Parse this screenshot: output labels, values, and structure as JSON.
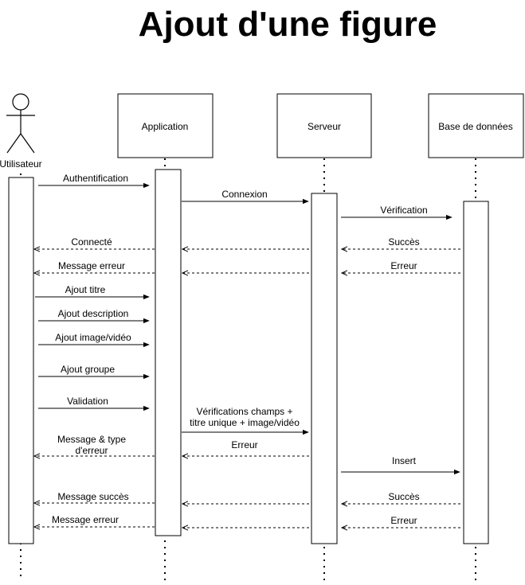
{
  "title": "Ajout d'une figure",
  "participants": {
    "user": "Utilisateur",
    "app": "Application",
    "server": "Serveur",
    "db": "Base de données"
  },
  "messages": [
    {
      "id": "authentification",
      "lines": [
        "Authentification"
      ],
      "from": "user",
      "to": "app",
      "style": "solid"
    },
    {
      "id": "connexion",
      "lines": [
        "Connexion"
      ],
      "from": "app",
      "to": "server",
      "style": "solid"
    },
    {
      "id": "verification",
      "lines": [
        "Vérification"
      ],
      "from": "server",
      "to": "db",
      "style": "solid"
    },
    {
      "id": "connecte",
      "lines": [
        "Connecté"
      ],
      "from": "app",
      "to": "user",
      "style": "dashed"
    },
    {
      "id": "succes-db-1",
      "lines": [
        "Succès"
      ],
      "from": "db",
      "to": "server",
      "style": "dashed"
    },
    {
      "id": "succes-server-1",
      "lines": [],
      "from": "server",
      "to": "app",
      "style": "dashed"
    },
    {
      "id": "message-erreur-1",
      "lines": [
        "Message erreur"
      ],
      "from": "app",
      "to": "user",
      "style": "dashed"
    },
    {
      "id": "erreur-server-1",
      "lines": [],
      "from": "server",
      "to": "app",
      "style": "dashed"
    },
    {
      "id": "erreur-db-1",
      "lines": [
        "Erreur"
      ],
      "from": "db",
      "to": "server",
      "style": "dashed"
    },
    {
      "id": "ajout-titre",
      "lines": [
        "Ajout titre"
      ],
      "from": "user",
      "to": "app",
      "style": "solid"
    },
    {
      "id": "ajout-description",
      "lines": [
        "Ajout description"
      ],
      "from": "user",
      "to": "app",
      "style": "solid"
    },
    {
      "id": "ajout-image",
      "lines": [
        "Ajout image/vidéo"
      ],
      "from": "user",
      "to": "app",
      "style": "solid"
    },
    {
      "id": "ajout-groupe",
      "lines": [
        "Ajout groupe"
      ],
      "from": "user",
      "to": "app",
      "style": "solid"
    },
    {
      "id": "validation",
      "lines": [
        "Validation"
      ],
      "from": "user",
      "to": "app",
      "style": "solid"
    },
    {
      "id": "verifications-champs",
      "lines": [
        "Vérifications champs +",
        "titre unique + image/vidéo"
      ],
      "from": "app",
      "to": "server",
      "style": "solid"
    },
    {
      "id": "message-type-erreur",
      "lines": [
        "Message & type",
        "d'erreur"
      ],
      "from": "app",
      "to": "user",
      "style": "dashed"
    },
    {
      "id": "erreur-server-2",
      "lines": [
        "Erreur"
      ],
      "from": "server",
      "to": "app",
      "style": "dashed"
    },
    {
      "id": "insert",
      "lines": [
        "Insert"
      ],
      "from": "server",
      "to": "db",
      "style": "solid"
    },
    {
      "id": "message-succes",
      "lines": [
        "Message succès"
      ],
      "from": "app",
      "to": "user",
      "style": "dashed"
    },
    {
      "id": "succes-server-2",
      "lines": [],
      "from": "server",
      "to": "app",
      "style": "dashed"
    },
    {
      "id": "succes-db-2",
      "lines": [
        "Succès"
      ],
      "from": "db",
      "to": "server",
      "style": "dashed"
    },
    {
      "id": "message-erreur-2",
      "lines": [
        "Message erreur"
      ],
      "from": "app",
      "to": "user",
      "style": "dashed"
    },
    {
      "id": "erreur-server-3",
      "lines": [],
      "from": "server",
      "to": "app",
      "style": "dashed"
    },
    {
      "id": "erreur-db-2",
      "lines": [
        "Erreur"
      ],
      "from": "db",
      "to": "server",
      "style": "dashed"
    }
  ]
}
